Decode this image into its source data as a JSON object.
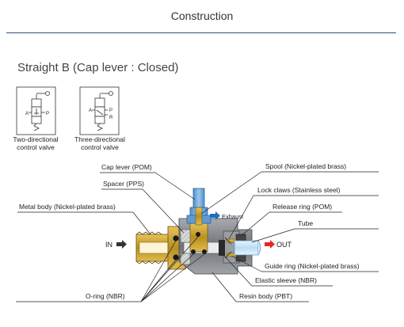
{
  "header": {
    "title": "Construction"
  },
  "section": {
    "title": "Straight B (Cap lever : Closed)"
  },
  "symbols": [
    {
      "caption_line1": "Two-directional",
      "caption_line2": "control valve",
      "port_a": "A",
      "port_p": "P"
    },
    {
      "caption_line1": "Three-directional",
      "caption_line2": "control valve",
      "port_a": "A",
      "port_p": "P",
      "port_r": "R"
    }
  ],
  "diagram": {
    "labels": {
      "cap_lever": "Cap lever (POM)",
      "spool": "Spool (Nickel-plated brass)",
      "spacer": "Spacer (PPS)",
      "lock_claws": "Lock claws (Stainless steel)",
      "metal_body": "Metal body (Nickel-plated brass)",
      "release_ring": "Release ring (POM)",
      "exhaust": "Exhaust",
      "tube": "Tube",
      "in": "IN",
      "out": "OUT",
      "guide_ring": "Guide ring (Nickel-plated brass)",
      "elastic_sleeve": "Elastic sleeve (NBR)",
      "o_ring": "O-ring (NBR)",
      "resin_body": "Resin body (PBT)"
    },
    "colors": {
      "arrow_in": "#333333",
      "arrow_out": "#e8262a",
      "arrow_exhaust": "#1f6fc0",
      "brass": "#c9a032",
      "resin": "#8c8f93",
      "lever": "#7fb2e0",
      "tube": "#cfe6f7"
    }
  }
}
